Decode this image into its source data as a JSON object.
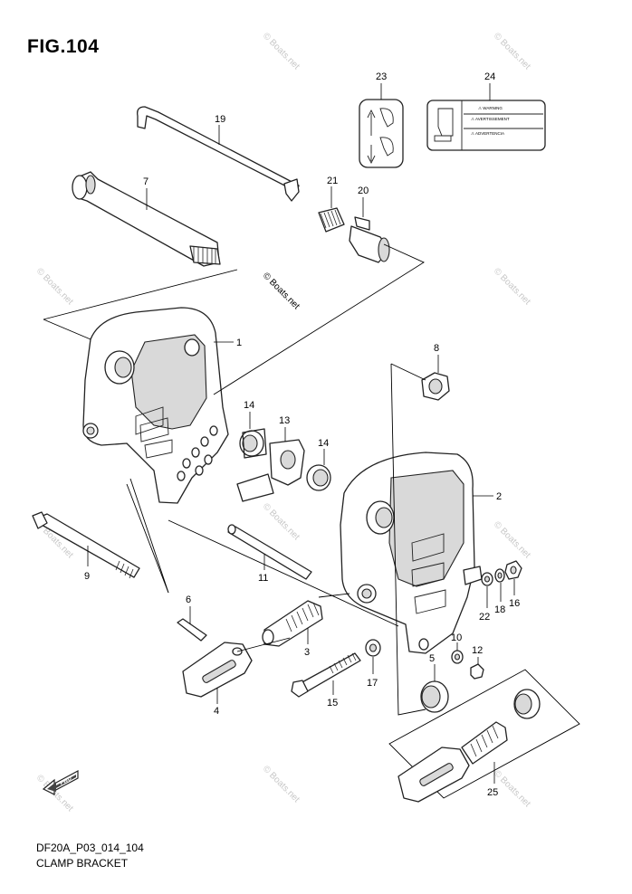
{
  "figure": {
    "title": "FIG.104"
  },
  "footer": {
    "code": "DF20A_P03_014_104",
    "name": "CLAMP BRACKET"
  },
  "watermark": {
    "text": "© Boats.net"
  },
  "callouts": {
    "c1": "1",
    "c2": "2",
    "c3": "3",
    "c4": "4",
    "c5": "5",
    "c6": "6",
    "c7": "7",
    "c8": "8",
    "c9": "9",
    "c10": "10",
    "c11": "11",
    "c12": "12",
    "c13": "13",
    "c14a": "14",
    "c14b": "14",
    "c15": "15",
    "c16": "16",
    "c17": "17",
    "c18": "18",
    "c19": "19",
    "c20": "20",
    "c21": "21",
    "c22": "22",
    "c23": "23",
    "c24": "24",
    "c25": "25"
  },
  "labels": {
    "warning": "⚠ WARNING",
    "avertissement": "⚠ AVERTISSEMENT",
    "advertencia": "⚠ ADVERTENCIA"
  },
  "fwd_arrow": {
    "text": "FWD"
  }
}
